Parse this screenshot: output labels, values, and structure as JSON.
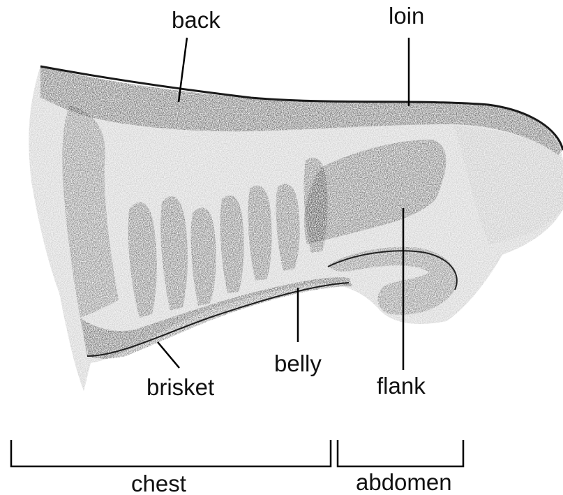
{
  "labels": {
    "back": "back",
    "loin": "loin",
    "flank": "flank",
    "belly": "belly",
    "brisket": "brisket",
    "chest": "chest",
    "abdomen": "abdomen"
  },
  "colors": {
    "ink": "#111111",
    "shade_dark": "#3a3a3a",
    "shade_mid": "#7a7a7a",
    "shade_light": "#c9c9c9"
  }
}
